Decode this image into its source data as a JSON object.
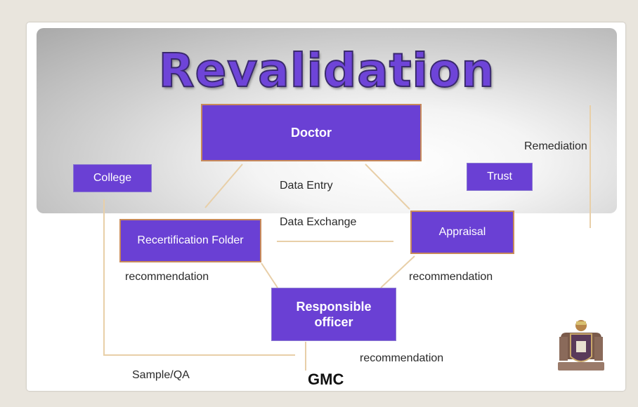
{
  "title": "Revalidation",
  "nodes": {
    "doctor": "Doctor",
    "college": "College",
    "trust": "Trust",
    "recertification": "Recertification Folder",
    "appraisal": "Appraisal",
    "responsible_officer": "Responsible officer"
  },
  "labels": {
    "data_entry": "Data Entry",
    "data_exchange": "Data Exchange",
    "remediation": "Remediation",
    "recommendation_left": "recommendation",
    "recommendation_right": "recommendation",
    "recommendation_bottom": "recommendation",
    "sample_qa": "Sample/QA",
    "gmc": "GMC"
  },
  "colors": {
    "box_fill": "#6a40d4",
    "box_border": "#c88a5a",
    "title": "#6e44d8",
    "connector": "#e8cfa8"
  },
  "icons": {
    "crest": "coat-of-arms-icon"
  }
}
